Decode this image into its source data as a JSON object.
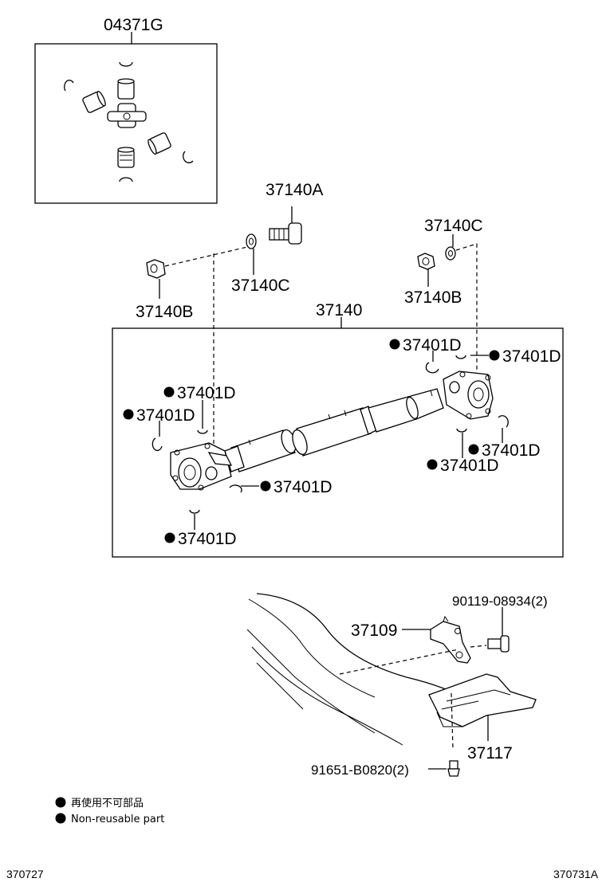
{
  "labels": {
    "kit": "04371G",
    "bolt": "37140A",
    "washer_left": "37140C",
    "nut_left": "37140B",
    "washer_right": "37140C",
    "nut_right": "37140B",
    "shaft": "37140",
    "snap_1": "37401D",
    "snap_2": "37401D",
    "snap_3": "37401D",
    "snap_4": "37401D",
    "snap_5": "37401D",
    "snap_6": "37401D",
    "snap_7": "37401D",
    "snap_8": "37401D",
    "bracket": "37109",
    "bracket_bolt": "90119-08934(2)",
    "protector": "37117",
    "protector_bolt": "91651-B0820(2)"
  },
  "legend": {
    "line1": "再使用不可部品",
    "line2": "Non-reusable part"
  },
  "footer": {
    "left": "370727",
    "right": "370731A"
  }
}
